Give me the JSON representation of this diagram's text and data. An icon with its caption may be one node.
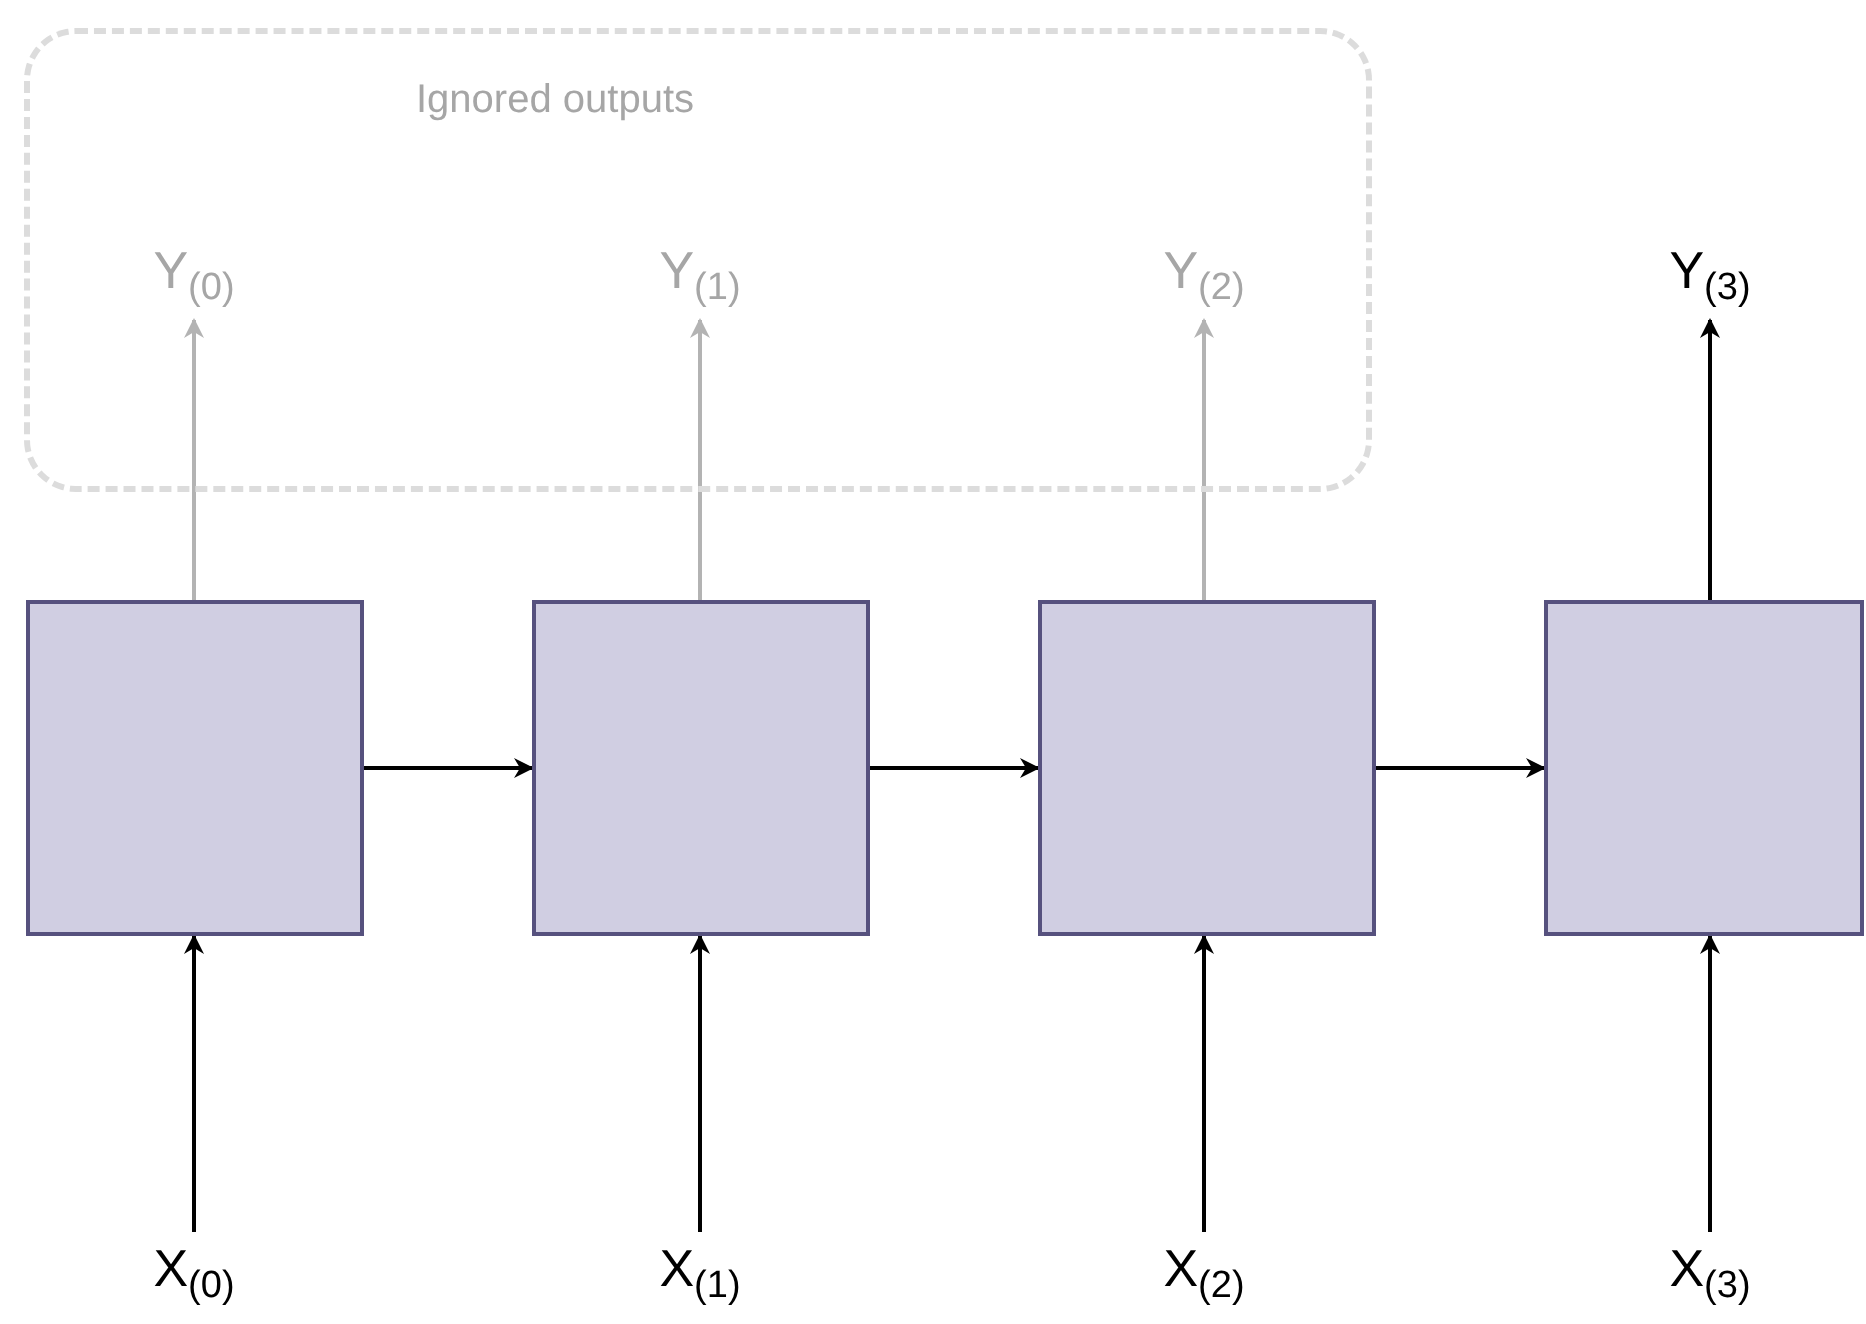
{
  "diagram": {
    "nodes": [
      {
        "text": [
          "Ignored outputs"
        ]
      },
      {
        "text": [
          "Y$_{(0)}$"
        ],
        "in": 0
      },
      {
        "text": [
          "Y$_{(1)}$"
        ],
        "in": 0
      },
      {
        "text": [
          "Y$_{(2)}$"
        ],
        "in": 0
      },
      {
        "text": [
          "Y$_{(3)}$"
        ]
      },
      {
        "text": [],
        "shape": "box"
      },
      {
        "text": [],
        "shape": "box"
      },
      {
        "text": [],
        "shape": "box"
      },
      {
        "text": [],
        "shape": "box"
      },
      {
        "text": [
          "X$_{(0)}$"
        ]
      },
      {
        "text": [
          "X$_{(1)}$"
        ]
      },
      {
        "text": [
          "X$_{(2)}$"
        ]
      },
      {
        "text": [
          "X$_{(3)}$"
        ]
      }
    ],
    "edges": [
      {
        "from": 5,
        "to": 1,
        "arrow": "to",
        "color": "#b3b3b3"
      },
      {
        "from": 6,
        "to": 2,
        "arrow": "to",
        "color": "#b3b3b3"
      },
      {
        "from": 7,
        "to": 3,
        "arrow": "to",
        "color": "#b3b3b3"
      },
      {
        "from": 8,
        "to": 4,
        "arrow": "to"
      },
      {
        "from": 5,
        "to": 6,
        "arrow": "to"
      },
      {
        "from": 6,
        "to": 7,
        "arrow": "to"
      },
      {
        "from": 7,
        "to": 8,
        "arrow": "to"
      },
      {
        "from": 9,
        "to": 5,
        "arrow": "to"
      },
      {
        "from": 10,
        "to": 6,
        "arrow": "to"
      },
      {
        "from": 11,
        "to": 7,
        "arrow": "to"
      },
      {
        "from": 12,
        "to": 8,
        "arrow": "to"
      }
    ]
  }
}
